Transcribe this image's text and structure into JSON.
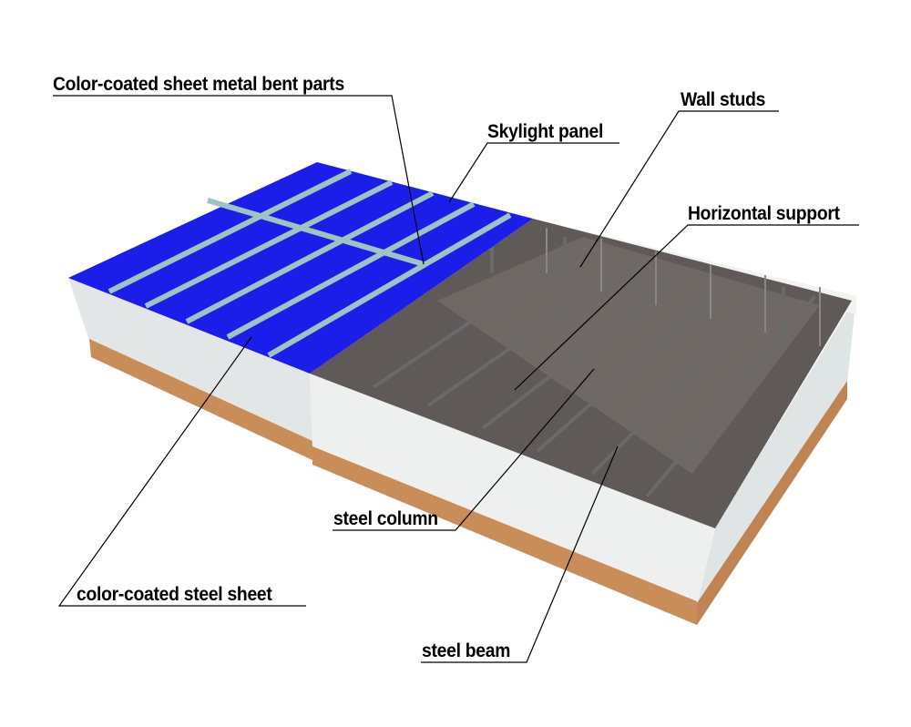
{
  "title": "Steel structure building components",
  "labels": {
    "bent_parts": "Color-coated sheet metal bent parts",
    "skylight": "Skylight panel",
    "wall_studs": "Wall studs",
    "horizontal_support": "Horizontal support",
    "steel_column": "steel column",
    "steel_sheet": "color-coated steel sheet",
    "steel_beam": "steel beam"
  },
  "colors": {
    "roof": "#1a1ee8",
    "skylight": "#9fc3c0",
    "wall": "#eceeee",
    "brick": "#c98d5a",
    "floor": "#5a5654",
    "frame": "#6f6f6f"
  }
}
